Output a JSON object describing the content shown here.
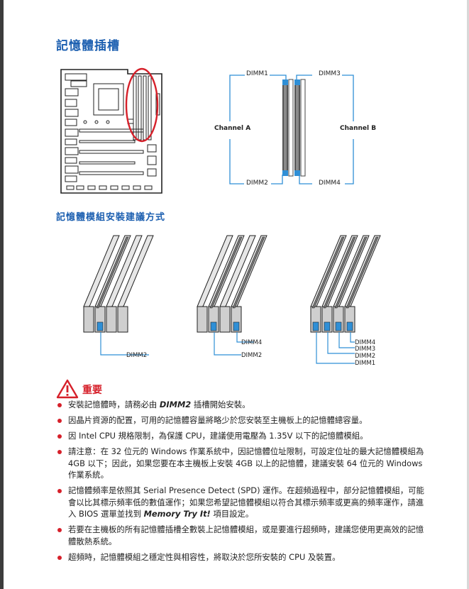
{
  "headings": {
    "slots_title": "記憶體插槽",
    "install_title": "記憶體模組安裝建議方式"
  },
  "slots_diagram": {
    "dimm1": "DIMM1",
    "dimm2": "DIMM2",
    "dimm3": "DIMM3",
    "dimm4": "DIMM4",
    "channel_a": "Channel A",
    "channel_b": "Channel B"
  },
  "install": {
    "one": {
      "labels": [
        "DIMM2"
      ]
    },
    "two": {
      "labels": [
        "DIMM4",
        "DIMM2"
      ]
    },
    "four": {
      "labels": [
        "DIMM4",
        "DIMM3",
        "DIMM2",
        "DIMM1"
      ]
    }
  },
  "important": {
    "title": "重要",
    "notes": [
      {
        "pre": "安裝記憶體時，請務必由 ",
        "bold": "DIMM2",
        "post": " 插槽開始安裝。"
      },
      {
        "pre": "因晶片資源的配置，可用的記憶體容量將略少於您安裝至主機板上的記憶體總容量。",
        "bold": "",
        "post": ""
      },
      {
        "pre": "因 Intel CPU 規格限制，為保護 CPU，建議使用電壓為 1.35V 以下的記憶體模組。",
        "bold": "",
        "post": ""
      },
      {
        "pre": "請注意：在 32 位元的 Windows 作業系統中，因記憶體位址限制，可設定位址的最大記憶體模組為 4GB 以下；因此，如果您要在本主機板上安裝 4GB 以上的記憶體，建議安裝 64 位元的 Windows 作業系統。",
        "bold": "",
        "post": ""
      },
      {
        "pre": "記憶體頻率是依照其 Serial Presence Detect (SPD) 運作。在超頻過程中，部分記憶體模組，可能會以比其標示頻率低的數值運作；如果您希望記憶體模組以符合其標示頻率或更高的頻率運作，請進入 BIOS 選單並找到 ",
        "bold": "Memory Try It!",
        "post": " 項目設定。"
      },
      {
        "pre": "若要在主機板的所有記憶體插槽全數裝上記憶體模組，或是要進行超頻時，建議您使用更高效的記憶體散熱系統。",
        "bold": "",
        "post": ""
      },
      {
        "pre": "超頻時，記憶體模組之穩定性與相容性，將取決於您所安裝的 CPU 及裝置。",
        "bold": "",
        "post": ""
      }
    ]
  },
  "colors": {
    "heading": "#1c5fb0",
    "accent_blue": "#2f8fd6",
    "warning_red": "#d6202a",
    "circle_red": "#d6202a"
  }
}
